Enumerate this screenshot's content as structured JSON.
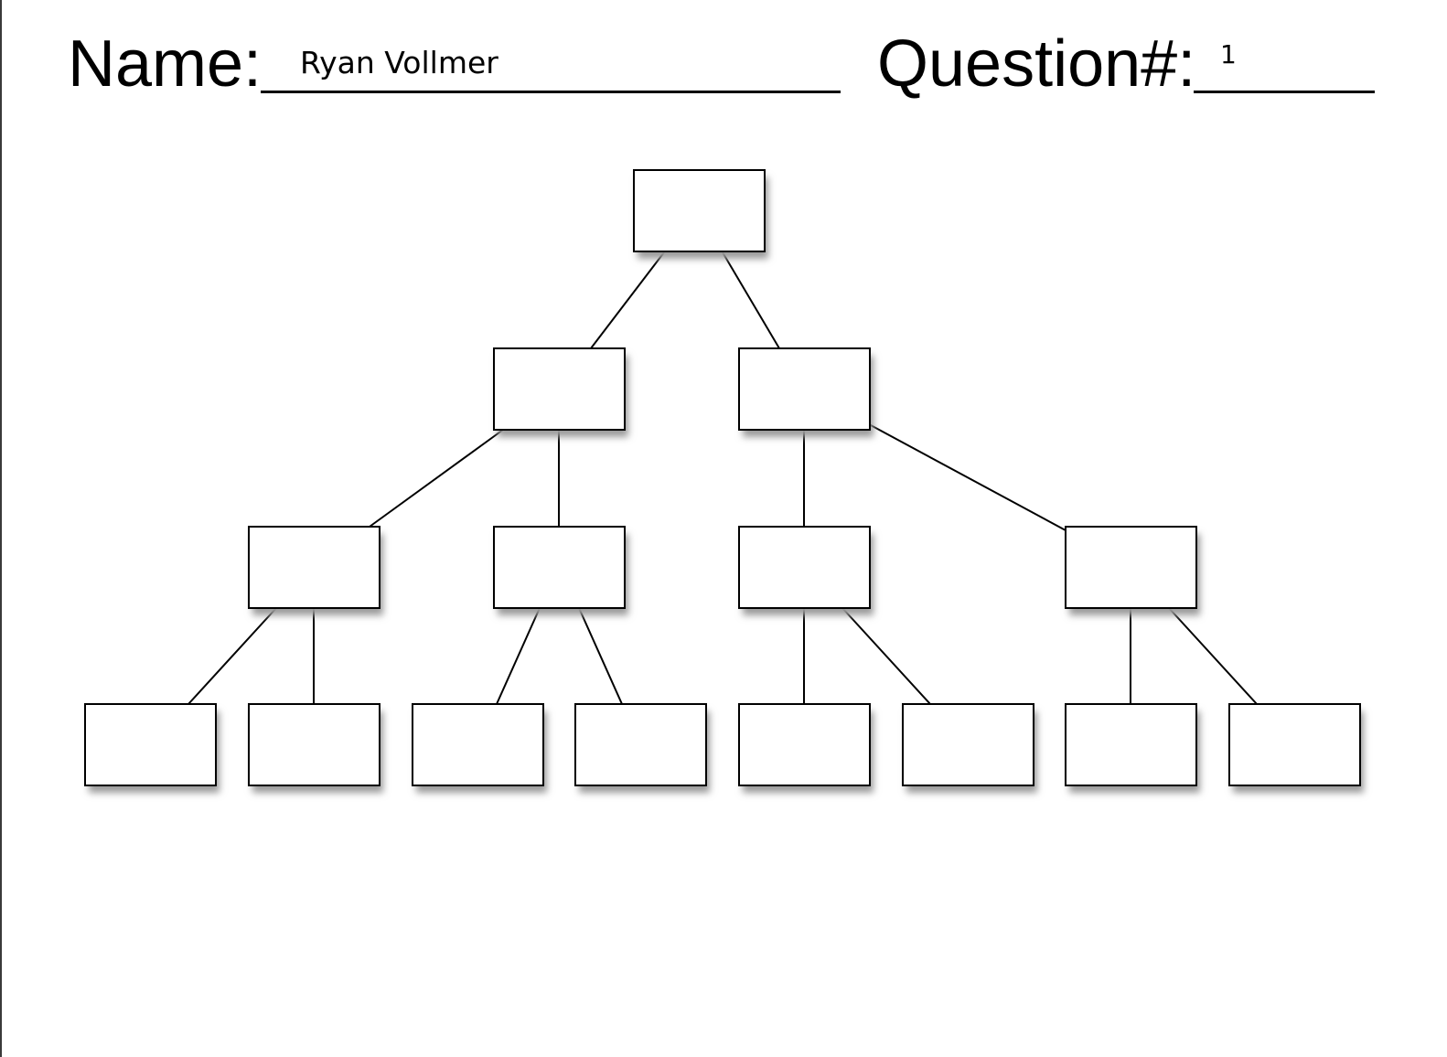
{
  "header": {
    "name_label": "Name:",
    "name_value": "Ryan Vollmer",
    "question_label": "Question#:",
    "question_value": "1"
  },
  "tree": {
    "nodes": [
      {
        "id": "n0",
        "label": ""
      },
      {
        "id": "n1",
        "label": ""
      },
      {
        "id": "n2",
        "label": ""
      },
      {
        "id": "n3",
        "label": ""
      },
      {
        "id": "n4",
        "label": ""
      },
      {
        "id": "n5",
        "label": ""
      },
      {
        "id": "n6",
        "label": ""
      },
      {
        "id": "n7",
        "label": ""
      },
      {
        "id": "n8",
        "label": ""
      },
      {
        "id": "n9",
        "label": ""
      },
      {
        "id": "n10",
        "label": ""
      },
      {
        "id": "n11",
        "label": ""
      },
      {
        "id": "n12",
        "label": ""
      },
      {
        "id": "n13",
        "label": ""
      },
      {
        "id": "n14",
        "label": ""
      }
    ],
    "edges": [
      [
        "n0",
        "n1"
      ],
      [
        "n0",
        "n2"
      ],
      [
        "n1",
        "n3"
      ],
      [
        "n1",
        "n4"
      ],
      [
        "n2",
        "n5"
      ],
      [
        "n2",
        "n6"
      ],
      [
        "n3",
        "n7"
      ],
      [
        "n3",
        "n8"
      ],
      [
        "n4",
        "n9"
      ],
      [
        "n4",
        "n10"
      ],
      [
        "n5",
        "n11"
      ],
      [
        "n5",
        "n12"
      ],
      [
        "n6",
        "n13"
      ],
      [
        "n6",
        "n14"
      ]
    ]
  }
}
